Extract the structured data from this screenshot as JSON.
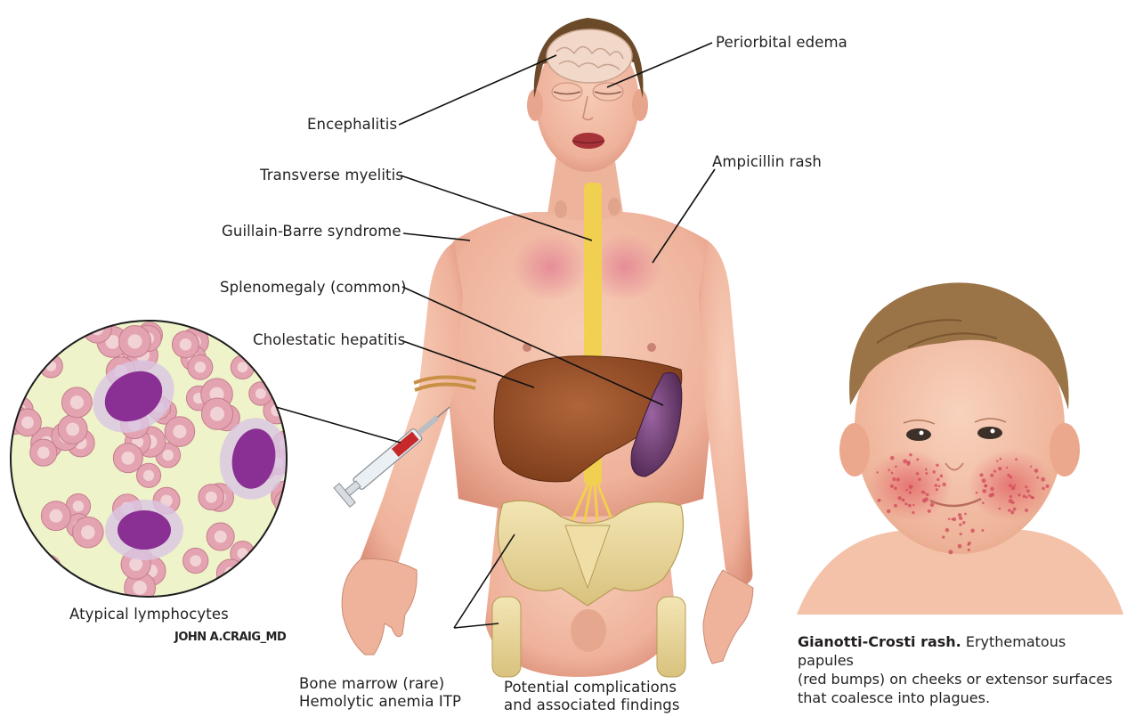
{
  "labels": {
    "encephalitis": "Encephalitis",
    "periorbital_edema": "Periorbital edema",
    "transverse_myelitis": "Transverse myelitis",
    "ampicillin_rash": "Ampicillin rash",
    "guillain_barre": "Guillain-Barre syndrome",
    "splenomegaly": "Splenomegaly (common)",
    "cholestatic_hepatitis": "Cholestatic hepatitis",
    "atypical_lymphocytes": "Atypical lymphocytes",
    "bone_marrow_line1": "Bone marrow (rare)",
    "bone_marrow_line2": "Hemolytic anemia ITP",
    "potential_line1": "Potential complications",
    "potential_line2": "and associated findings"
  },
  "caption": {
    "title": "Gianotti-Crosti rash.",
    "line1": "Erythematous papules",
    "line2": "(red bumps) on cheeks or extensor surfaces",
    "line3": "that coalesce into plagues."
  },
  "signature": "JOHN A.CRAIG_MD",
  "colors": {
    "skin": "#f2b9a3",
    "skin_shadow": "#d98b74",
    "hair": "#6b4a2a",
    "liver": "#8f4a22",
    "spleen": "#6e3b6e",
    "spinal_cord": "#f1d14a",
    "rbc": "#e4a3b0",
    "lymphocyte": "#8a2f93",
    "smear_bg": "#eef3c9",
    "bone": "#e9d79c",
    "rash": "#d0485a"
  }
}
